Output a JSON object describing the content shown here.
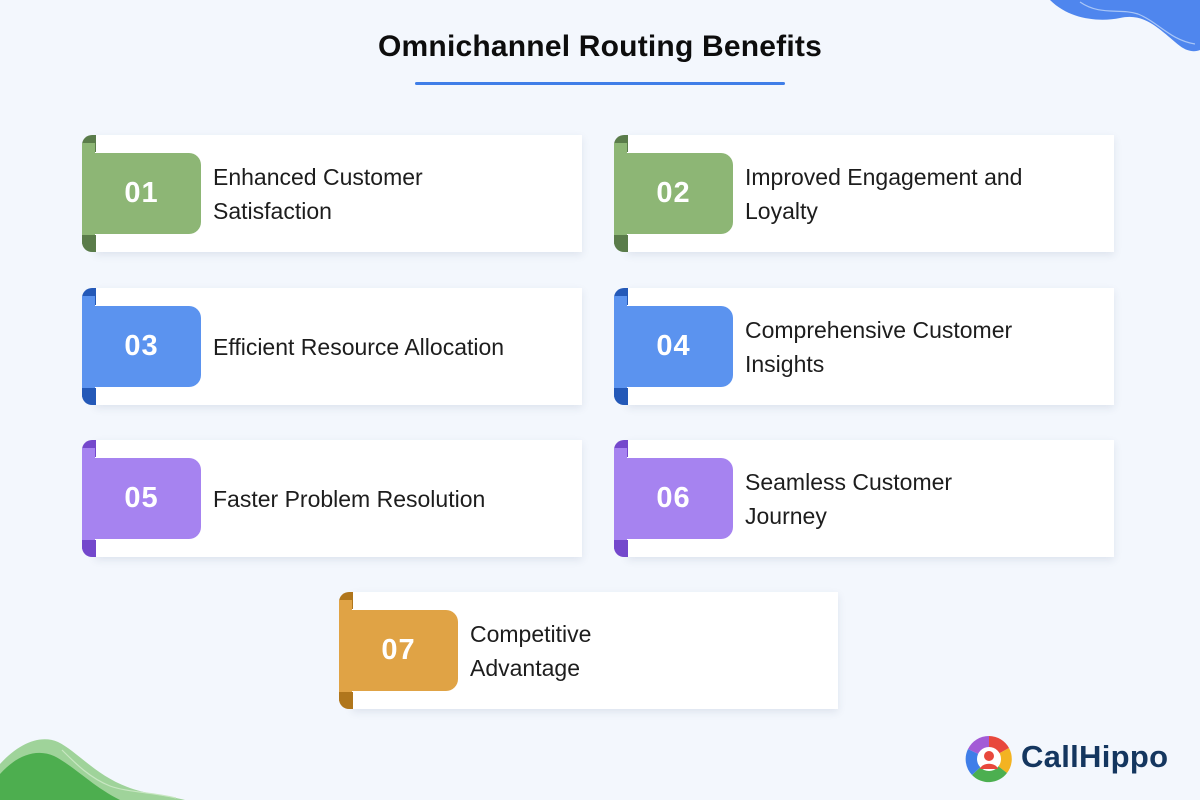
{
  "title": "Omnichannel Routing Benefits",
  "colors": {
    "accent": "#3f7ee8",
    "green": "#8db675",
    "blue": "#5b93ef",
    "purple": "#a683f0",
    "orange": "#e0a345",
    "brand_text": "#14365f"
  },
  "benefits": [
    {
      "number": "01",
      "label": "Enhanced Customer Satisfaction",
      "color": "green"
    },
    {
      "number": "02",
      "label": "Improved Engagement and Loyalty",
      "color": "green"
    },
    {
      "number": "03",
      "label": "Efficient Resource Allocation",
      "color": "blue"
    },
    {
      "number": "04",
      "label": "Comprehensive Customer Insights",
      "color": "blue"
    },
    {
      "number": "05",
      "label": "Faster Problem Resolution",
      "color": "purple"
    },
    {
      "number": "06",
      "label": "Seamless Customer Journey",
      "color": "purple"
    },
    {
      "number": "07",
      "label": "Competitive Advantage",
      "color": "orange"
    }
  ],
  "brand": {
    "name": "CallHippo",
    "icon": "callhippo-logo-icon"
  }
}
